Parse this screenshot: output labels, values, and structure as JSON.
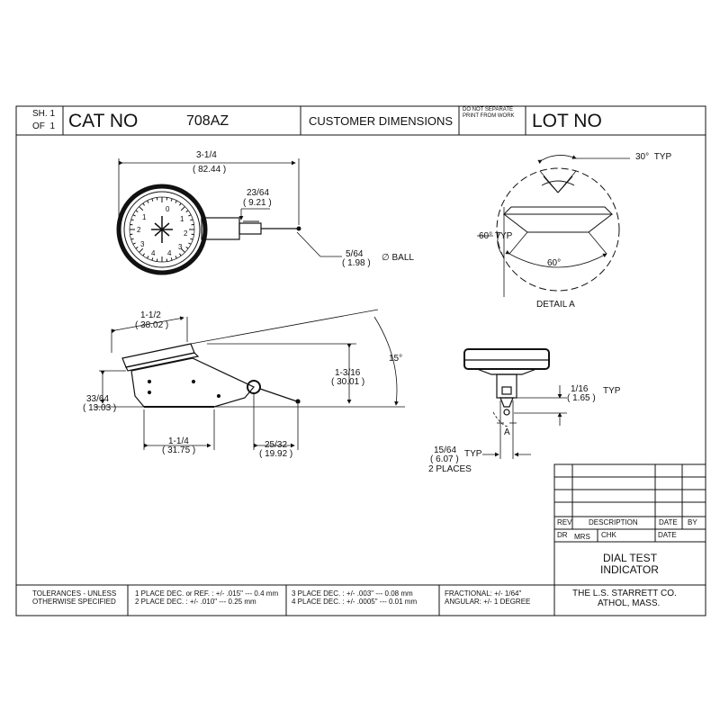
{
  "title_block": {
    "sheet_label": "SH.",
    "sheet_num": "1",
    "of_label": "OF",
    "of_num": "1",
    "cat_label": "CAT NO",
    "cat_value": "708AZ",
    "customer": "CUSTOMER DIMENSIONS",
    "do_not_separate": "DO NOT SEPARATE PRINT FROM WORK",
    "lot_label": "LOT NO"
  },
  "dims": {
    "overall_len": "3-1/4",
    "overall_len_mm": "( 82.44 )",
    "stem_h": "23/64",
    "stem_h_mm": "( 9.21 )",
    "ball": "5/64",
    "ball_mm": "( 1.98 )",
    "ball_note": "∅ BALL",
    "top_width": "1-1/2",
    "top_width_mm": "( 38.02 )",
    "height": "1-3/16",
    "height_mm": "( 30.01 )",
    "angle": "15°",
    "base_h": "33/64",
    "base_h_mm": "( 13.03 )",
    "base_len": "1-1/4",
    "base_len_mm": "( 31.75 )",
    "tip_len": "25/32",
    "tip_len_mm": "( 19.92 )",
    "tip_w": "1/16",
    "tip_w_mm": "( 1.65 )",
    "typ": "TYP",
    "dove": "15/64",
    "dove_mm": "( 6.07 )",
    "dove_typ": "TYP",
    "places": "2 PLACES",
    "section_letter": "A"
  },
  "detail": {
    "angle_top": "30°",
    "angle_top_typ": "TYP",
    "angle_left": "60°",
    "angle_left_typ": "TYP",
    "angle_bottom": "60°",
    "label": "DETAIL A"
  },
  "revision": {
    "rev": "REV",
    "description": "DESCRIPTION",
    "date": "DATE",
    "by": "BY",
    "dr": "DR",
    "dr_value": "MRS",
    "chk": "CHK",
    "date2": "DATE",
    "title_line1": "DIAL TEST",
    "title_line2": "INDICATOR"
  },
  "tolerances": {
    "label1": "TOLERANCES - UNLESS",
    "label2": "OTHERWISE SPECIFIED",
    "p1": "1 PLACE DEC. or REF. :  +/- .015\" --- 0.4 mm",
    "p2": "2 PLACE DEC. :  +/- .010\" --- 0.25 mm",
    "p3": "3 PLACE DEC. :  +/- .003\" --- 0.08 mm",
    "p4": "4 PLACE DEC. :  +/- .0005\" --- 0.01 mm",
    "frac": "FRACTIONAL: +/- 1/64\"",
    "ang": "ANGULAR: +/- 1 DEGREE",
    "company1": "THE L.S. STARRETT CO.",
    "company2": "ATHOL, MASS."
  },
  "dial_numbers": [
    "0",
    "1",
    "2",
    "3",
    "4",
    "4",
    "3",
    "2",
    "1"
  ]
}
